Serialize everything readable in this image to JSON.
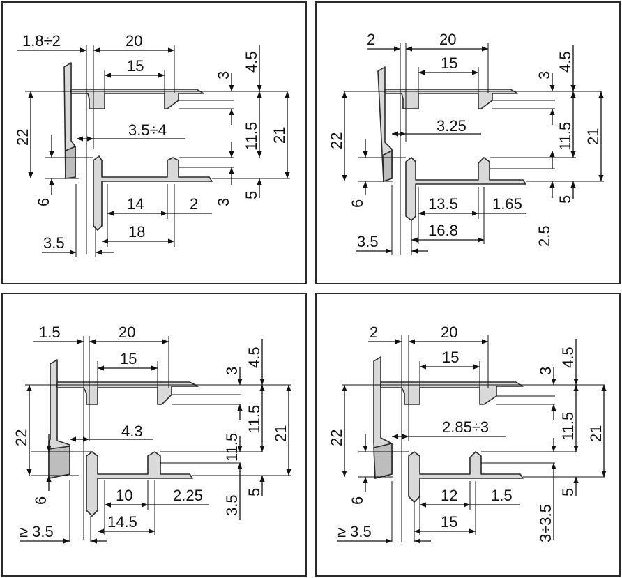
{
  "panels": [
    {
      "labels": {
        "top_gap": "1.8÷2",
        "top_width": "20",
        "inner_width": "15",
        "lip_a": "3",
        "lip_b": "4.5",
        "side_mid": "11.5",
        "height_total": "21",
        "left_height": "22",
        "bottom_step": "6",
        "gap": "3.5÷4",
        "lower_lip_a": "3",
        "lower_lip_b": "5",
        "bottom_inner": "14",
        "bottom_small": "2",
        "bottom_width": "18",
        "offset": "3.5"
      }
    },
    {
      "labels": {
        "top_gap": "2",
        "top_width": "20",
        "inner_width": "15",
        "lip_a": "3",
        "lip_b": "4.5",
        "side_mid": "11.5",
        "height_total": "21",
        "left_height": "22",
        "bottom_step": "6",
        "gap": "3.25",
        "lower_lip_b": "5",
        "bottom_inner": "13.5",
        "bottom_small": "1.65",
        "bottom_width": "16.8",
        "lower_right": "2.5",
        "offset": "3.5"
      }
    },
    {
      "labels": {
        "top_gap": "1.5",
        "top_width": "20",
        "inner_width": "15",
        "lip_a": "3",
        "lip_b": "4.5",
        "side_mid": "11.5",
        "height_total": "21",
        "left_height": "22",
        "bottom_step": "6",
        "gap": "4.3",
        "lower_lip_a": "3.5",
        "lower_lip_b": "5",
        "bottom_inner": "10",
        "bottom_small": "2.25",
        "bottom_width": "14.5",
        "lower_mid": "11.5",
        "offset": "≥ 3.5"
      }
    },
    {
      "labels": {
        "top_gap": "2",
        "top_width": "20",
        "inner_width": "15",
        "lip_a": "3",
        "lip_b": "4.5",
        "side_mid": "11.5",
        "height_total": "21",
        "left_height": "22",
        "bottom_step": "6",
        "gap": "2.85÷3",
        "lower_lip_a": "3÷3.5",
        "lower_lip_b": "5",
        "bottom_inner": "12",
        "bottom_small": "1.5",
        "bottom_width": "15",
        "offset": "≥ 3.5"
      }
    }
  ]
}
